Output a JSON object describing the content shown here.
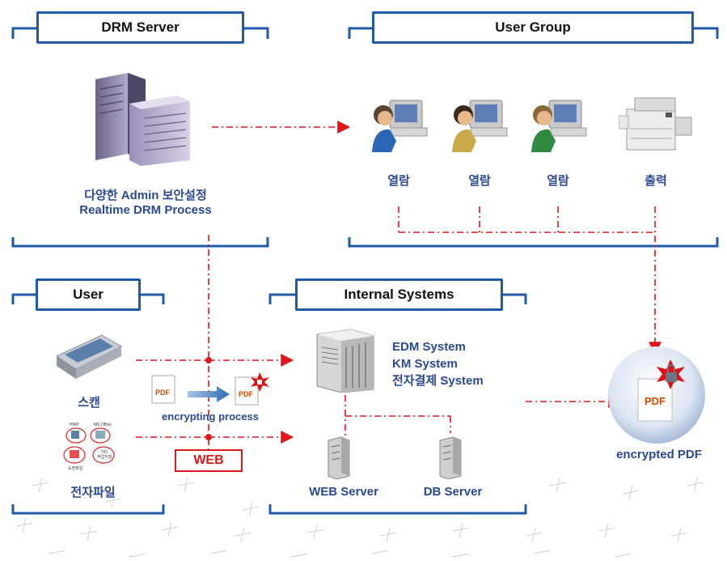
{
  "sections": {
    "drm_server": "DRM Server",
    "user_group": "User Group",
    "user": "User",
    "internal_systems": "Internal Systems"
  },
  "drm": {
    "line1": "다양한 Admin 보안설정",
    "line2": "Realtime DRM Process"
  },
  "group_labels": [
    "열람",
    "열람",
    "열람",
    "출력"
  ],
  "user_labels": {
    "scan": "스캔",
    "efile": "전자파일"
  },
  "encrypt": {
    "process": "encrypting process",
    "web": "WEB",
    "pdf_icon": "PDF"
  },
  "internal": {
    "edm": "EDM System",
    "km": "KM System",
    "approval": "전자결제 System",
    "web_server": "WEB Server",
    "db_server": "DB Server"
  },
  "output": {
    "encrypted_pdf": "encrypted PDF",
    "pdf_icon": "PDF"
  },
  "efile_icons": {
    "hwp": "HWP",
    "ms_office": "MS Office",
    "misc": "기타",
    "drawing": "도면파일",
    "manual": "작업지침"
  },
  "colors": {
    "frame_blue": "#1e5aa8",
    "text_blue": "#2a4a8f",
    "flow_red": "#e0161b"
  },
  "icons": [
    "server-tower-icon",
    "user-computer-icon",
    "printer-icon",
    "scanner-icon",
    "file-bundle-icon",
    "pdf-icon",
    "lock-icon",
    "rack-server-icon"
  ]
}
